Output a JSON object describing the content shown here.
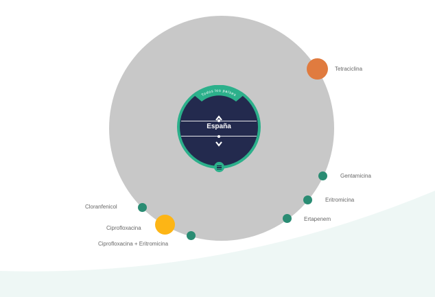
{
  "dial": {
    "all_countries_label": "Todos los países",
    "country": "España"
  },
  "antibiotics": [
    {
      "key": "tetraciclina",
      "label": "Tetraciclina",
      "color": "#e07b3f",
      "size": "large"
    },
    {
      "key": "gentamicina",
      "label": "Gentamicina",
      "color": "#2a8c73",
      "size": "small"
    },
    {
      "key": "eritromicina",
      "label": "Eritromicina",
      "color": "#2a8c73",
      "size": "small"
    },
    {
      "key": "ertapenem",
      "label": "Ertapenem",
      "color": "#2a8c73",
      "size": "small"
    },
    {
      "key": "cloranfenicol",
      "label": "Cloranfenicol",
      "color": "#2a8c73",
      "size": "small"
    },
    {
      "key": "ciprofloxacina",
      "label": "Ciprofloxacina",
      "color": "#fdb515",
      "size": "large"
    },
    {
      "key": "cipro-eritro",
      "label": "Ciprofloxacina + Eritromicina",
      "color": "#2a8c73",
      "size": "small"
    }
  ],
  "colors": {
    "orbit": "#c8c8c8",
    "dial_ring": "#2cb08b",
    "dial_bg": "#232a4e",
    "wave": "#eef7f5"
  }
}
